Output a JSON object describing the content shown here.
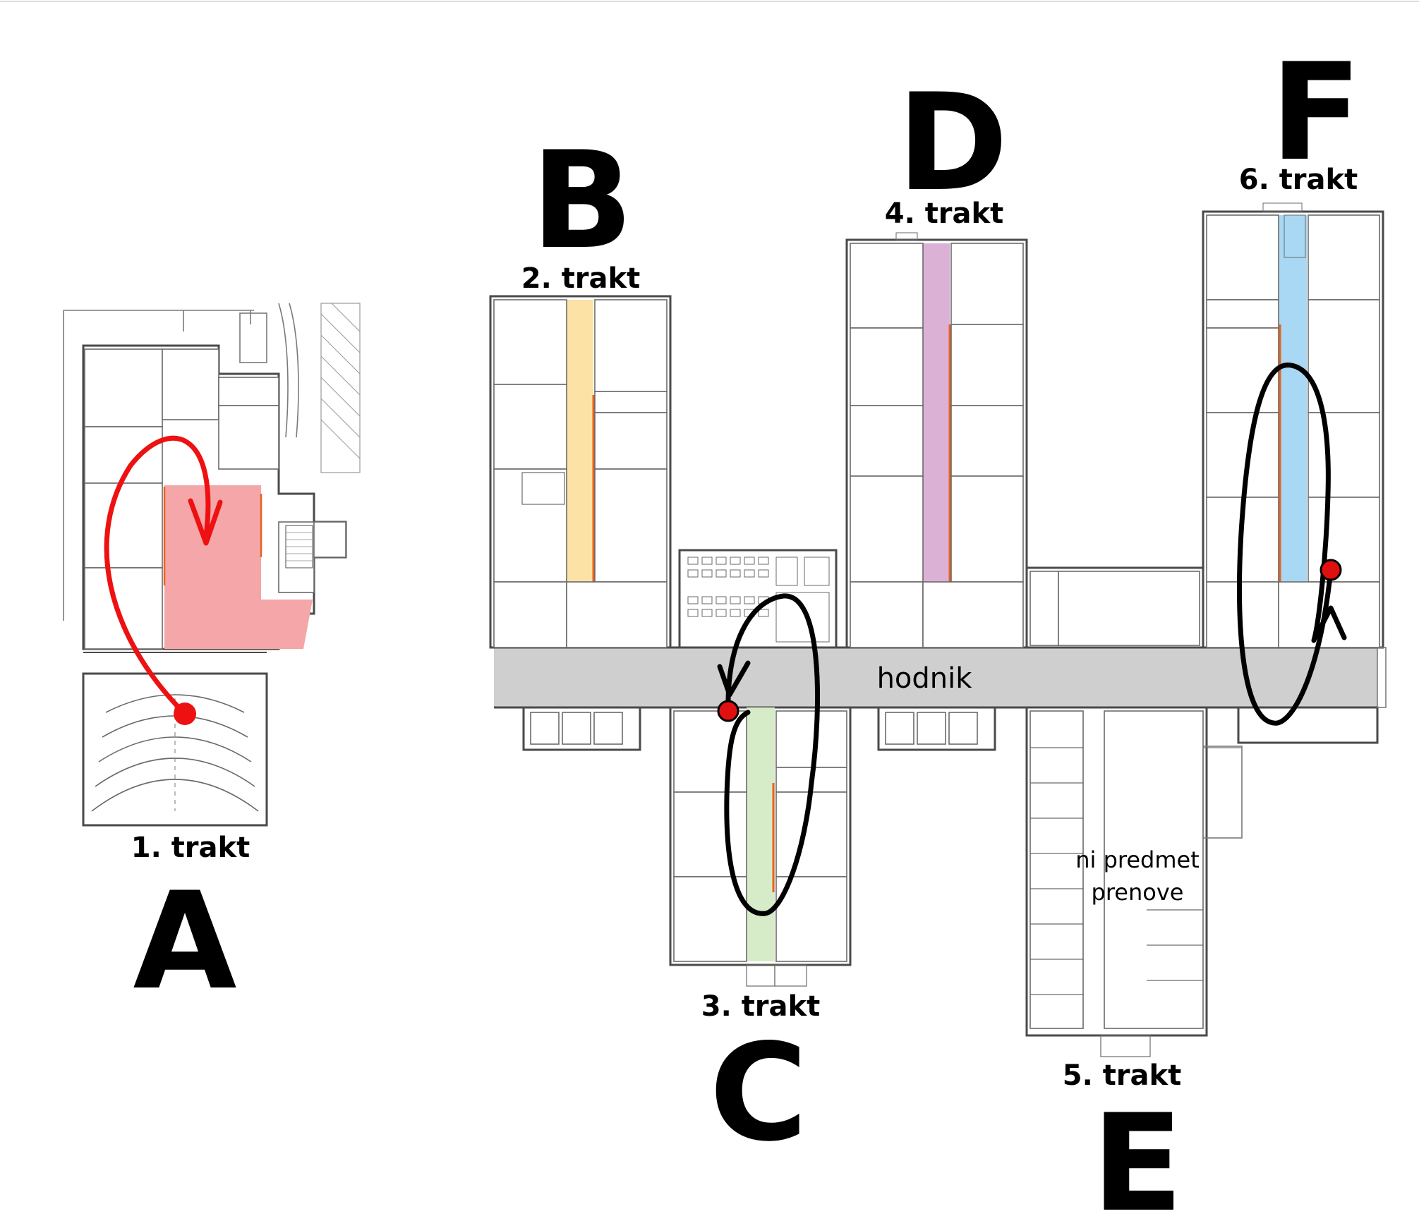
{
  "letters": {
    "a": "A",
    "b": "B",
    "c": "C",
    "d": "D",
    "e": "E",
    "f": "F"
  },
  "wings": {
    "w1": "1. trakt",
    "w2": "2. trakt",
    "w3": "3. trakt",
    "w4": "4. trakt",
    "w5": "5. trakt",
    "w6": "6. trakt"
  },
  "corridor_label": "hodnik",
  "excluded_note": {
    "line1": "ni predmet",
    "line2": "prenove"
  },
  "colors": {
    "wing1_fill": "#f4a6a8",
    "wing2_fill": "#fde2a6",
    "wing3_fill": "#d6ecc8",
    "wing4_fill": "#dbb2d6",
    "wing6_fill": "#a8d8f4",
    "corridor_fill": "#cfcfcf",
    "red_arrow": "#ee1111",
    "black_arrow": "#000000",
    "door_accent": "#e8631c"
  }
}
